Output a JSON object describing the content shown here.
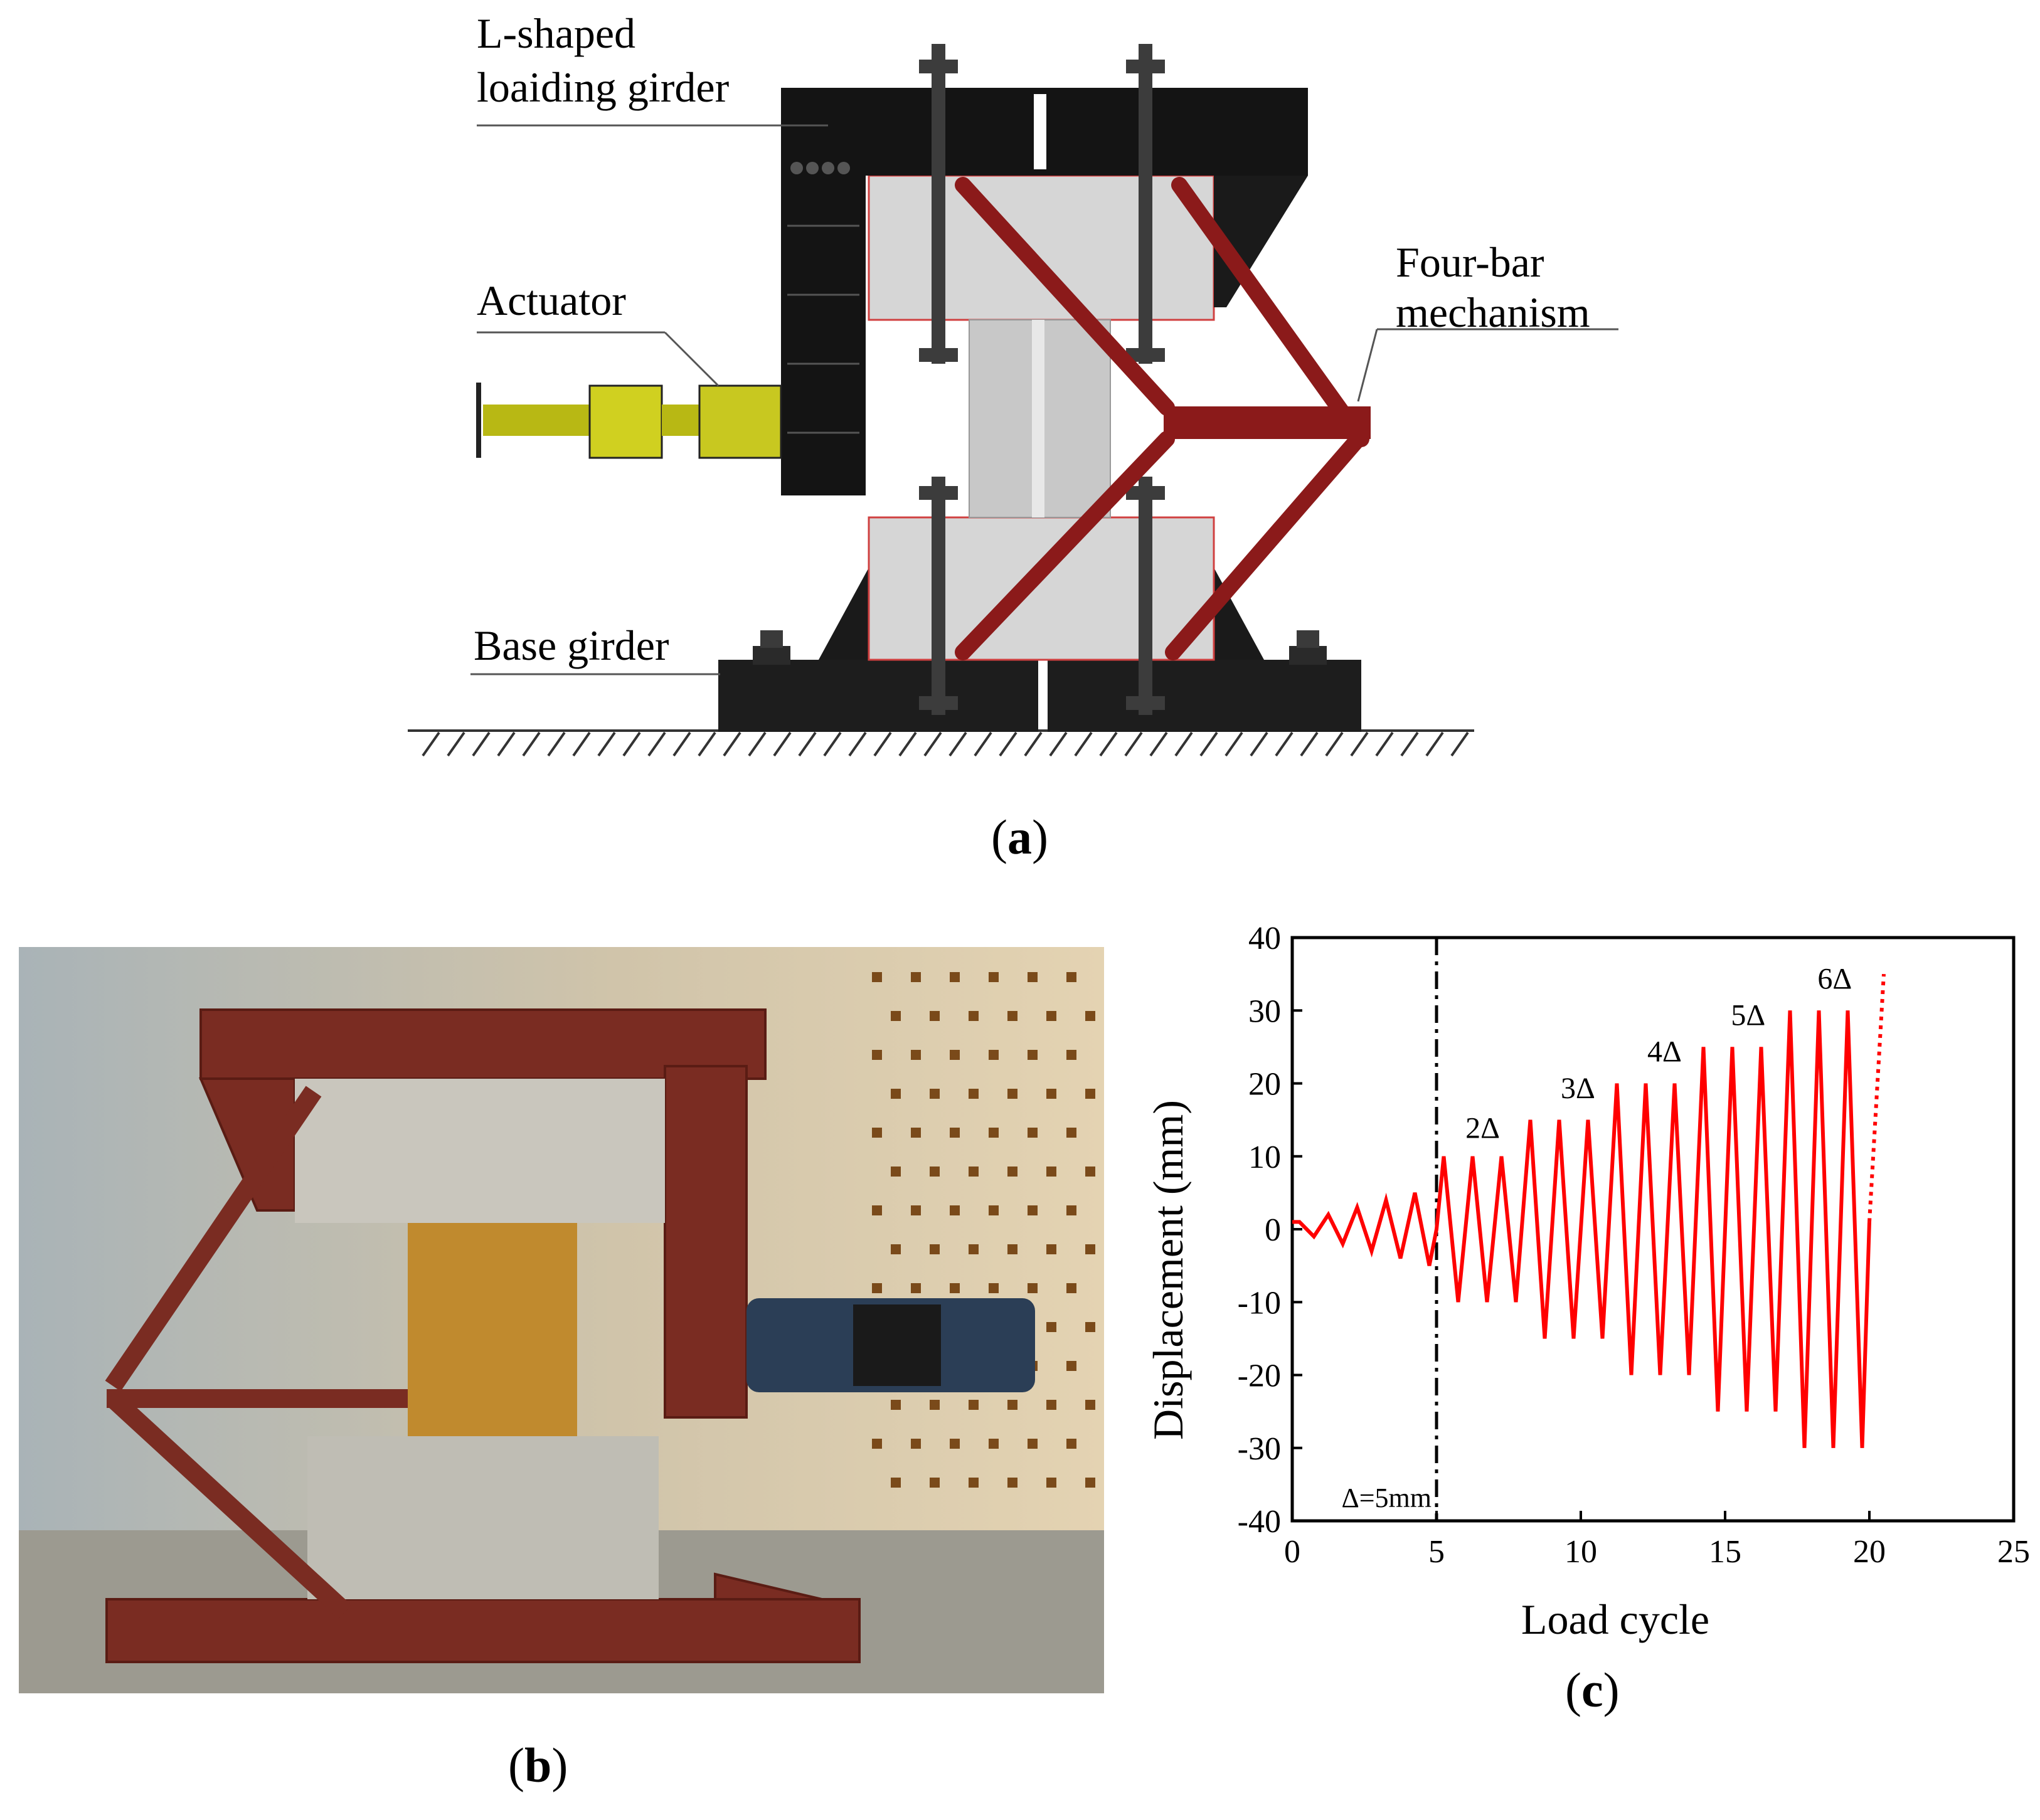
{
  "panel_a": {
    "labels": {
      "loading_girder": [
        "L-shaped",
        "loaiding girder"
      ],
      "actuator": "Actuator",
      "four_bar": [
        "Four-bar",
        "mechanism"
      ],
      "base_girder": "Base girder"
    },
    "caption": "a"
  },
  "panel_b": {
    "caption": "b"
  },
  "panel_c": {
    "caption": "c"
  },
  "colors": {
    "steel_dark": "#1a1a1a",
    "four_bar_red": "#8b1a1a",
    "actuator_yellow": "#c8c820",
    "concrete_grey": "#d8d8d8",
    "protocol_red": "#ff0000"
  },
  "chart_data": {
    "type": "line",
    "xlabel": "Load cycle",
    "ylabel": "Displacement (mm)",
    "xlim": [
      0,
      25
    ],
    "ylim": [
      -40,
      40
    ],
    "x_ticks": [
      0,
      5,
      10,
      15,
      20,
      25
    ],
    "y_ticks": [
      -40,
      -30,
      -20,
      -10,
      0,
      10,
      20,
      30,
      40
    ],
    "grid": false,
    "divider": {
      "x": 5,
      "label": "Δ=5mm"
    },
    "level_labels": [
      {
        "text": "2Δ",
        "x": 6.6,
        "y": 12.5
      },
      {
        "text": "3Δ",
        "x": 9.9,
        "y": 18
      },
      {
        "text": "4Δ",
        "x": 12.9,
        "y": 23
      },
      {
        "text": "5Δ",
        "x": 15.8,
        "y": 28
      },
      {
        "text": "6Δ",
        "x": 18.8,
        "y": 33
      }
    ],
    "series": [
      {
        "style": "solid",
        "x": [
          0,
          0.25,
          0.75,
          1.25,
          1.75,
          2.25,
          2.75,
          3.25,
          3.75,
          4.25,
          4.75,
          5.0,
          5.25,
          5.75,
          6.25,
          6.75,
          7.25,
          7.75,
          8.25,
          8.75,
          9.25,
          9.75,
          10.25,
          10.75,
          11.25,
          11.75,
          12.25,
          12.75,
          13.25,
          13.75,
          14.25,
          14.75,
          15.25,
          15.75,
          16.25,
          16.75,
          17.25,
          17.75,
          18.25,
          18.75,
          19.25,
          19.75,
          20.0
        ],
        "y": [
          1,
          1,
          -1,
          2,
          -2,
          3,
          -3,
          4,
          -4,
          5,
          -5,
          0,
          10,
          -10,
          10,
          -10,
          10,
          -10,
          15,
          -15,
          15,
          -15,
          15,
          -15,
          20,
          -20,
          20,
          -20,
          20,
          -20,
          25,
          -25,
          25,
          -25,
          25,
          -25,
          30,
          -30,
          30,
          -30,
          30,
          -30,
          1
        ]
      },
      {
        "style": "dotted",
        "x": [
          20.0,
          20.5
        ],
        "y": [
          1,
          35
        ]
      }
    ]
  }
}
